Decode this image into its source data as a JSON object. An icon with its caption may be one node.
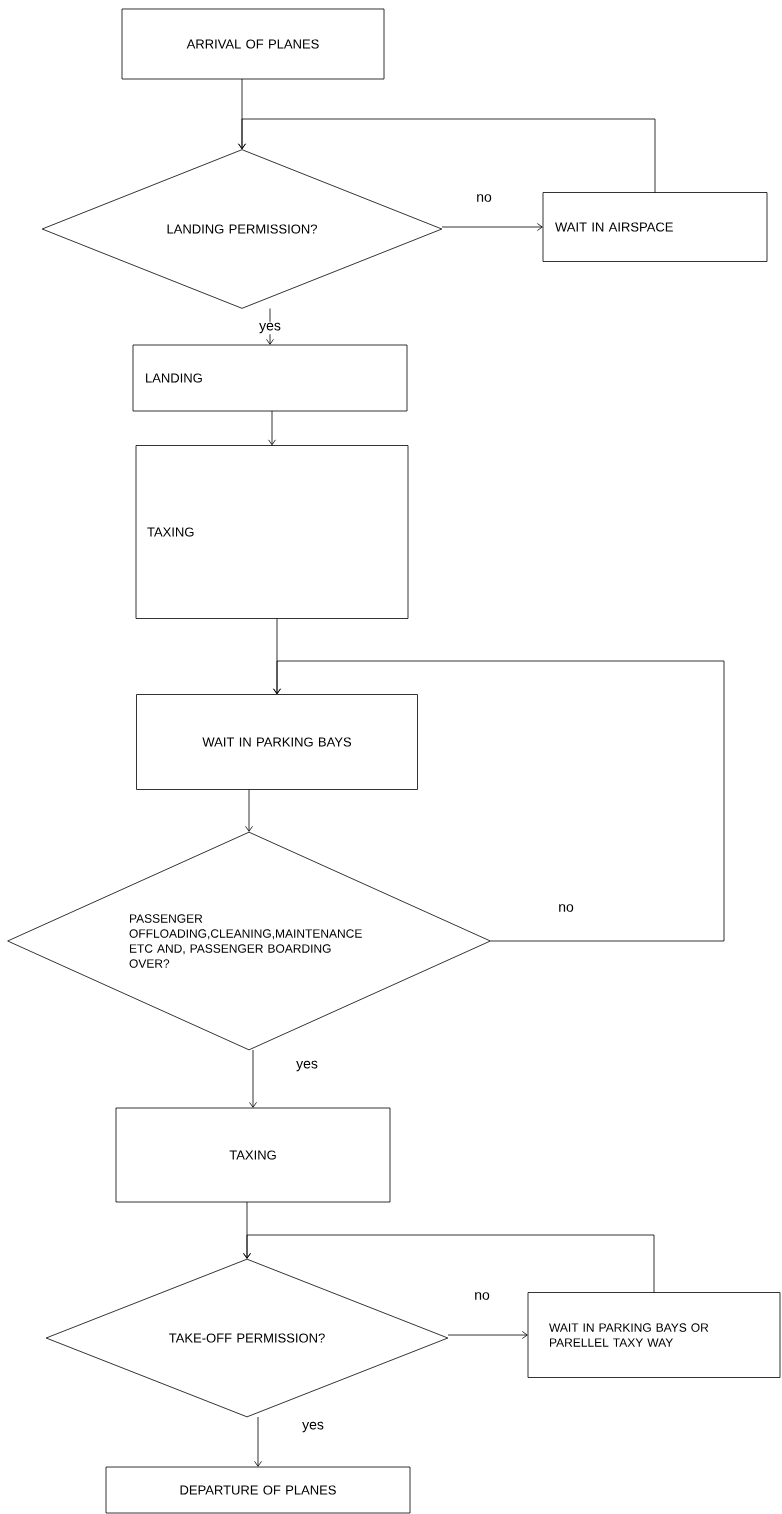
{
  "diagram": {
    "nodes": [
      {
        "text": [
          "ARRIVAL OF PLANES"
        ]
      },
      {
        "text": [
          "LANDING PERMISSION?"
        ]
      },
      {
        "text": [
          "WAIT IN AIRSPACE"
        ]
      },
      {
        "text": [
          "LANDING"
        ]
      },
      {
        "text": [
          "TAXING"
        ]
      },
      {
        "text": [
          "WAIT IN PARKING BAYS"
        ]
      },
      {
        "text": [
          "PASSENGER OFFLOADING,CLEANING,MAINTENANCE ETC AND, PASSENGER BOARDING OVER?"
        ]
      },
      {
        "text": [
          "TAXING"
        ]
      },
      {
        "text": [
          "TAKE-OFF PERMISSION?"
        ]
      },
      {
        "text": [
          "WAIT IN PARKING BAYS OR PARELLEL TAXY WAY"
        ]
      },
      {
        "text": [
          "DEPARTURE OF PLANES"
        ]
      }
    ],
    "edges": [
      {
        "from": 0,
        "to": 1,
        "arrow": "to"
      },
      {
        "from": 1,
        "to": 2,
        "arrow": "to",
        "label": "no"
      },
      {
        "from": 2,
        "to": 1,
        "arrow": "to"
      },
      {
        "from": 1,
        "to": 3,
        "arrow": "to",
        "label": "yes"
      },
      {
        "from": 3,
        "to": 4,
        "arrow": "to"
      },
      {
        "from": 4,
        "to": 5,
        "arrow": "to"
      },
      {
        "from": 5,
        "to": 6,
        "arrow": "to"
      },
      {
        "from": 6,
        "to": 5,
        "arrow": "to",
        "label": "no"
      },
      {
        "from": 6,
        "to": 7,
        "arrow": "to",
        "label": "yes"
      },
      {
        "from": 7,
        "to": 8,
        "arrow": "to"
      },
      {
        "from": 8,
        "to": 9,
        "arrow": "to",
        "label": "no"
      },
      {
        "from": 9,
        "to": 8,
        "arrow": "to"
      },
      {
        "from": 8,
        "to": 10,
        "arrow": "to",
        "label": "yes"
      }
    ]
  }
}
